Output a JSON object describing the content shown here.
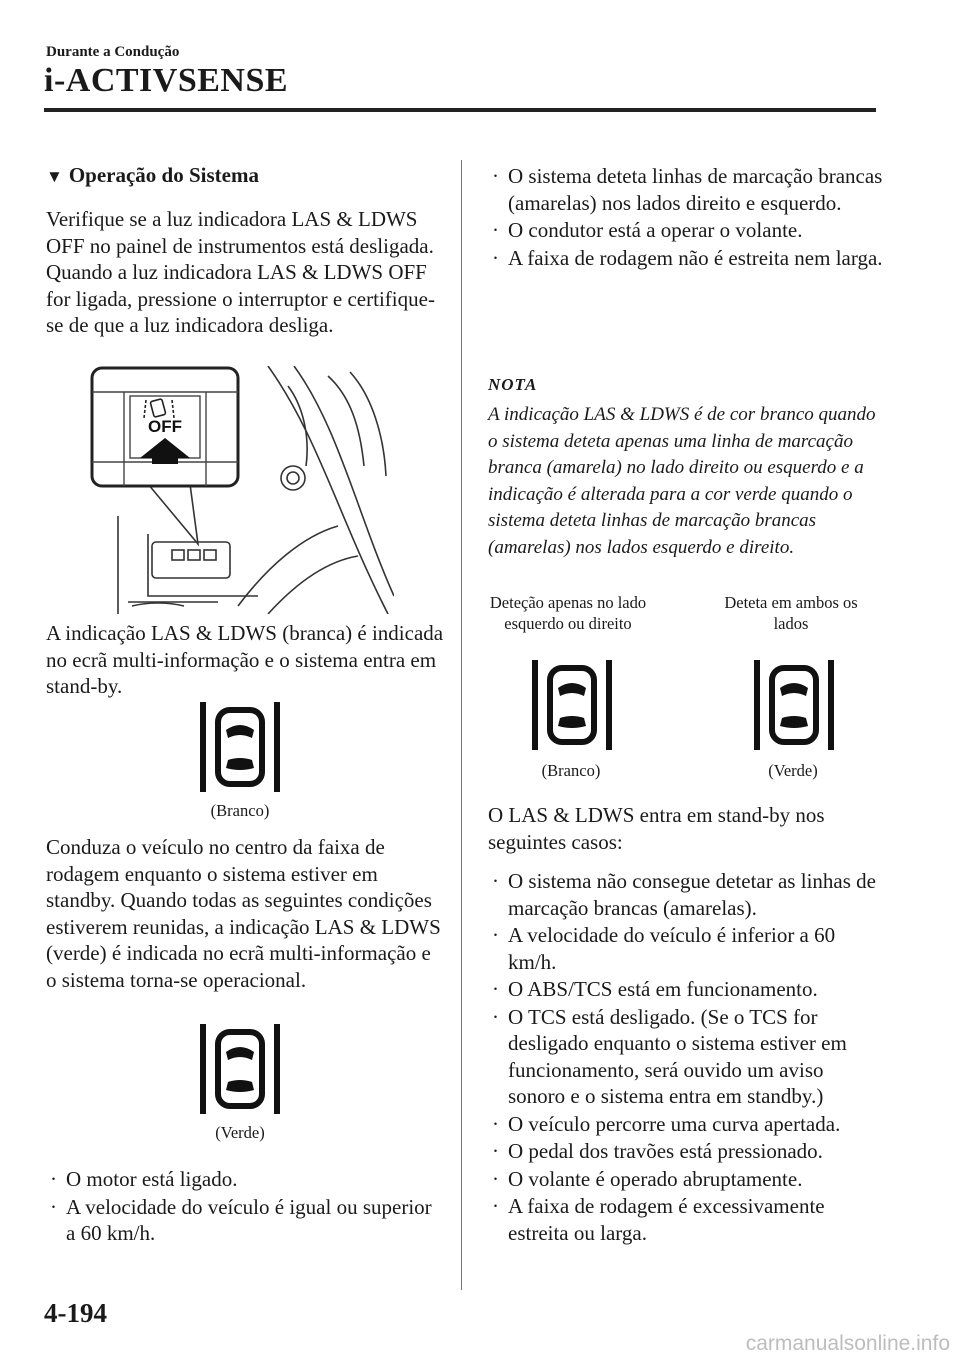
{
  "header": {
    "section": "Durante a Condução",
    "title": "i-ACTIVSENSE"
  },
  "left": {
    "heading_marker": "▼",
    "heading": "Operação do Sistema",
    "intro": "Verifique se a luz indicadora LAS & LDWS OFF no painel de instrumentos está desligada. Quando a luz indicadora LAS & LDWS OFF for ligada, pressione o interruptor e certifique-se de que a luz indicadora desliga.",
    "illustration_label": "OFF",
    "standby_text": "A indicação LAS & LDWS (branca) é indicada no ecrã multi-informação e o sistema entra em stand-by.",
    "caption_white": "(Branco)",
    "drive_text": "Conduza o veículo no centro da faixa de rodagem enquanto o sistema estiver em standby. Quando todas as seguintes condições estiverem reunidas, a indicação LAS & LDWS (verde) é indicada no ecrã multi-informação e o sistema torna-se operacional.",
    "caption_green": "(Verde)",
    "bullets": [
      "O motor está ligado.",
      "A velocidade do veículo é igual ou superior a 60 km/h."
    ]
  },
  "right": {
    "bullets_top": [
      "O sistema deteta linhas de marcação brancas (amarelas) nos lados direito e esquerdo.",
      "O condutor está a operar o volante.",
      "A faixa de rodagem não é estreita nem larga."
    ],
    "nota_heading": "NOTA",
    "nota_text": "A indicação LAS & LDWS é de cor branco quando o sistema deteta apenas uma linha de marcação branca (amarela) no lado direito ou esquerdo e a indicação é alterada para a cor verde quando o sistema deteta linhas de marcação brancas (amarelas) nos lados esquerdo e direito.",
    "label_one_side": "Deteção apenas no lado esquerdo ou direito",
    "label_both": "Deteta em ambos os lados",
    "caption_white": "(Branco)",
    "caption_green": "(Verde)",
    "standby_intro": "O LAS & LDWS entra em stand-by nos seguintes casos:",
    "bullets_standby": [
      "O sistema não consegue detetar as linhas de marcação brancas (amarelas).",
      "A velocidade do veículo é inferior a 60 km/h.",
      "O ABS/TCS está em funcionamento.",
      "O TCS está desligado. (Se o TCS for desligado enquanto o sistema estiver em funcionamento, será ouvido um aviso sonoro e o sistema entra em standby.)",
      "O veículo percorre uma curva apertada.",
      "O pedal dos travões está pressionado.",
      "O volante é operado abruptamente.",
      "A faixa de rodagem é excessivamente estreita ou larga."
    ]
  },
  "footer": {
    "page_number": "4-194",
    "watermark": "carmanualsonline.info"
  },
  "bullet_glyph": "·"
}
